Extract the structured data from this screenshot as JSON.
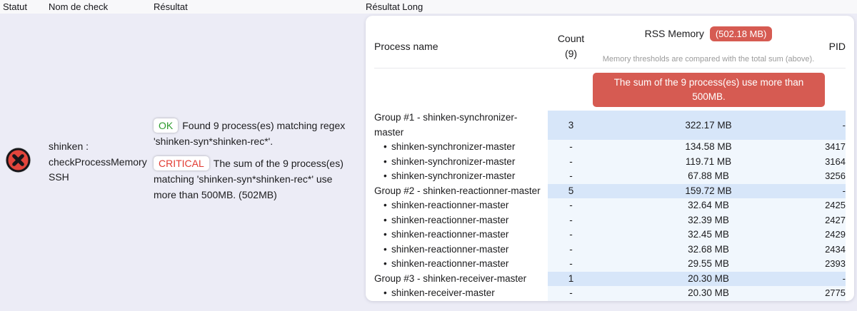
{
  "colors": {
    "page_bg": "#ececf6",
    "header_band_bg": "#f8f8fa",
    "card_bg": "#ffffff",
    "group_row_bg": "#d7e6f9",
    "child_row_bg": "#f1f7fd",
    "danger": "#d65b52",
    "ok_green": "#2e9b2e",
    "critical_red": "#e23a31",
    "text": "#1c1c1e",
    "muted": "#9b9b9b",
    "icon_red": "#e2453c"
  },
  "table_header": {
    "statut": "Statut",
    "nom_de_check": "Nom de check",
    "resultat": "Résultat",
    "resultat_long": "Résultat Long"
  },
  "check_row": {
    "status": "critical",
    "check_name": "shinken : checkProcessMemory SSH",
    "result": {
      "ok_badge": "OK",
      "ok_text": "Found 9 process(es) matching regex 'shinken-syn*shinken-rec*'.",
      "critical_badge": "CRITICAL",
      "critical_text": "The sum of the 9 process(es) matching 'shinken-syn*shinken-rec*' use more than 500MB. (502MB)"
    }
  },
  "process_table": {
    "col_process": "Process name",
    "col_count_line1": "Count",
    "col_count_line2": "(9)",
    "col_memory_label": "RSS Memory",
    "col_memory_badge": "(502.18 MB)",
    "col_memory_note": "Memory thresholds are compared with the total sum (above).",
    "col_pid": "PID",
    "warning": "The sum of the 9 process(es) use more than 500MB.",
    "bullet": "•",
    "rows": [
      {
        "type": "group",
        "name": "Group #1 - shinken-synchronizer-master",
        "count": "3",
        "memory": "322.17 MB",
        "pid": "-",
        "wraps": true
      },
      {
        "type": "child",
        "name": "shinken-synchronizer-master",
        "count": "-",
        "memory": "134.58 MB",
        "pid": "3417"
      },
      {
        "type": "child",
        "name": "shinken-synchronizer-master",
        "count": "-",
        "memory": "119.71 MB",
        "pid": "3164"
      },
      {
        "type": "child",
        "name": "shinken-synchronizer-master",
        "count": "-",
        "memory": "67.88 MB",
        "pid": "3256"
      },
      {
        "type": "group",
        "name": "Group #2 - shinken-reactionner-master",
        "count": "5",
        "memory": "159.72 MB",
        "pid": "-"
      },
      {
        "type": "child",
        "name": "shinken-reactionner-master",
        "count": "-",
        "memory": "32.64 MB",
        "pid": "2425"
      },
      {
        "type": "child",
        "name": "shinken-reactionner-master",
        "count": "-",
        "memory": "32.39 MB",
        "pid": "2427"
      },
      {
        "type": "child",
        "name": "shinken-reactionner-master",
        "count": "-",
        "memory": "32.45 MB",
        "pid": "2429"
      },
      {
        "type": "child",
        "name": "shinken-reactionner-master",
        "count": "-",
        "memory": "32.68 MB",
        "pid": "2434"
      },
      {
        "type": "child",
        "name": "shinken-reactionner-master",
        "count": "-",
        "memory": "29.55 MB",
        "pid": "2393"
      },
      {
        "type": "group",
        "name": "Group #3 - shinken-receiver-master",
        "count": "1",
        "memory": "20.30 MB",
        "pid": "-"
      },
      {
        "type": "child",
        "name": "shinken-receiver-master",
        "count": "-",
        "memory": "20.30 MB",
        "pid": "2775"
      }
    ]
  }
}
